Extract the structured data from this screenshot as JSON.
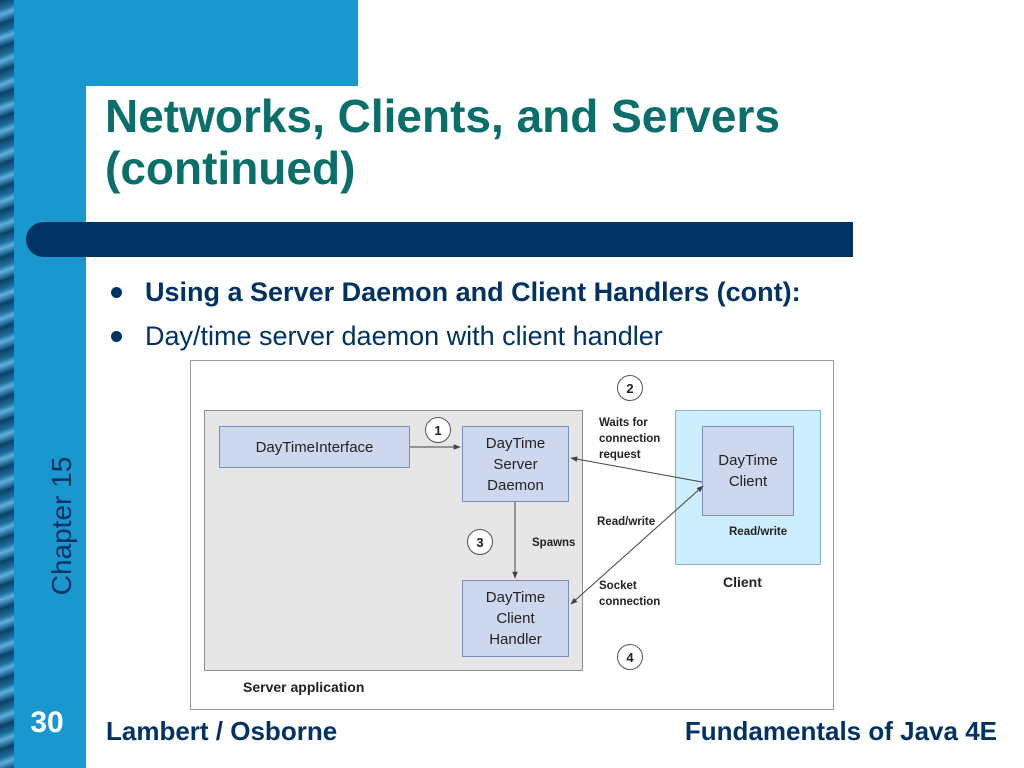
{
  "slide": {
    "title_line1": "Networks, Clients, and Servers",
    "title_line2": "(continued)",
    "chapter": "Chapter 15",
    "page_number": "30",
    "footer_left": "Lambert / Osborne",
    "footer_right": "Fundamentals of Java 4E",
    "accent_color": "#1a97cf",
    "title_color": "#0a6e6a",
    "bar_color": "#003263"
  },
  "bullets": [
    {
      "text": "Using a Server Daemon and Client Handlers (cont):",
      "bold": true
    },
    {
      "text": "Day/time server daemon with client handler",
      "bold": false
    }
  ],
  "diagram": {
    "nodes": {
      "interface": "DayTimeInterface",
      "daemon": "DayTime\nServer\nDaemon",
      "handler": "DayTime\nClient\nHandler",
      "client": "DayTime\nClient"
    },
    "steps": [
      "1",
      "2",
      "3",
      "4"
    ],
    "labels": {
      "waits": "Waits for\nconnection\nrequest",
      "read_write_1": "Read/write",
      "read_write_2": "Read/write",
      "spawns": "Spawns",
      "socket": "Socket\nconnection",
      "client_area": "Client",
      "server_area": "Server application"
    }
  }
}
